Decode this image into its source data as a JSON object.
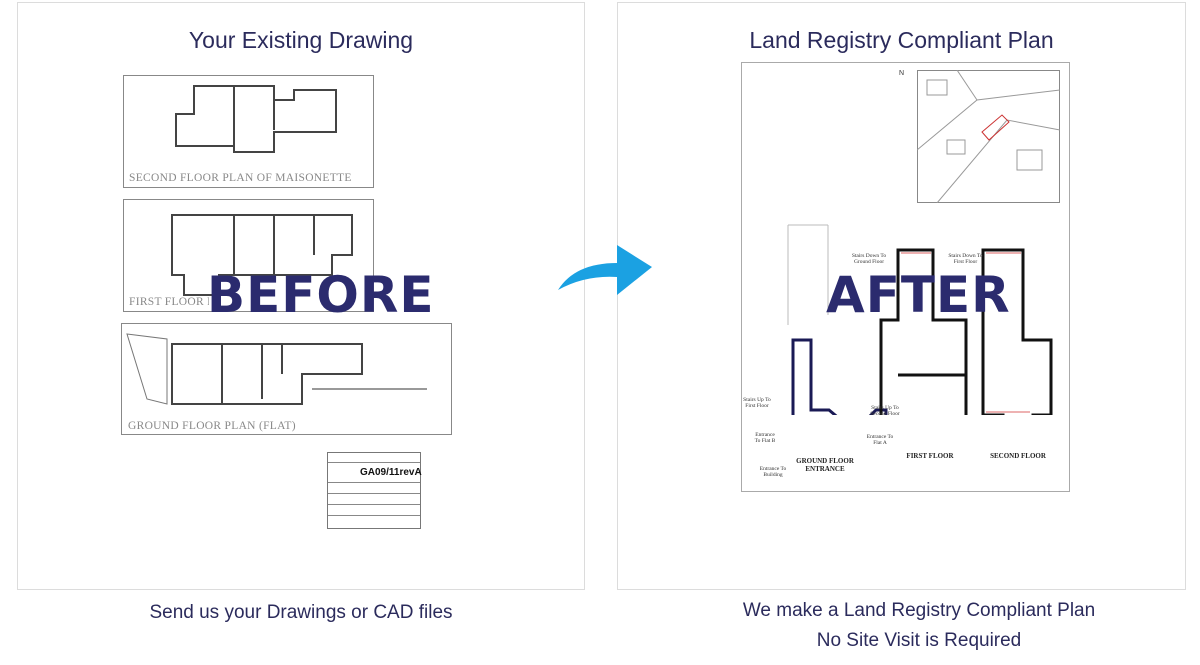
{
  "before": {
    "title": "Your Existing Drawing",
    "overlay": "BEFORE",
    "caption": "Send us your Drawings or CAD files",
    "plans": [
      "SECOND FLOOR PLAN OF MAISONETTE",
      "FIRST FLOOR PLAN",
      "GROUND FLOOR PLAN (FLAT)"
    ],
    "drawing_number": "GA09/11revA"
  },
  "after": {
    "title": "Land Registry Compliant Plan",
    "overlay": "AFTER",
    "caption_lines": [
      "We make a Land Registry Compliant Plan",
      "No Site Visit is Required"
    ],
    "floor_labels": [
      "GROUND FLOOR ENTRANCE",
      "FIRST FLOOR",
      "SECOND FLOOR"
    ],
    "annotations": [
      "Stairs Down To Ground Floor",
      "Stairs Down To First Floor",
      "Stairs Up To First Floor",
      "Entrance To Flat B",
      "Entrance To Building",
      "Stairs Up To Second Floor",
      "Entrance To Flat A"
    ],
    "north": "N"
  },
  "colors": {
    "text": "#2b2b5c",
    "arrow": "#1ba1e2"
  }
}
